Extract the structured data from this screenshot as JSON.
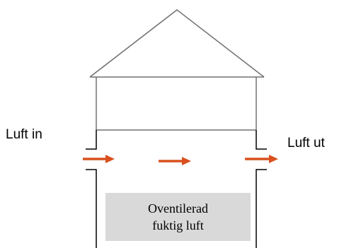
{
  "labels": {
    "air_in": "Luft in",
    "air_out": "Luft ut"
  },
  "box": {
    "line1": "Oventilerad",
    "line2": "fuktig luft"
  },
  "colors": {
    "arrow": "#d9501e",
    "line": "#707070",
    "box_fill": "#d9d9d9"
  }
}
